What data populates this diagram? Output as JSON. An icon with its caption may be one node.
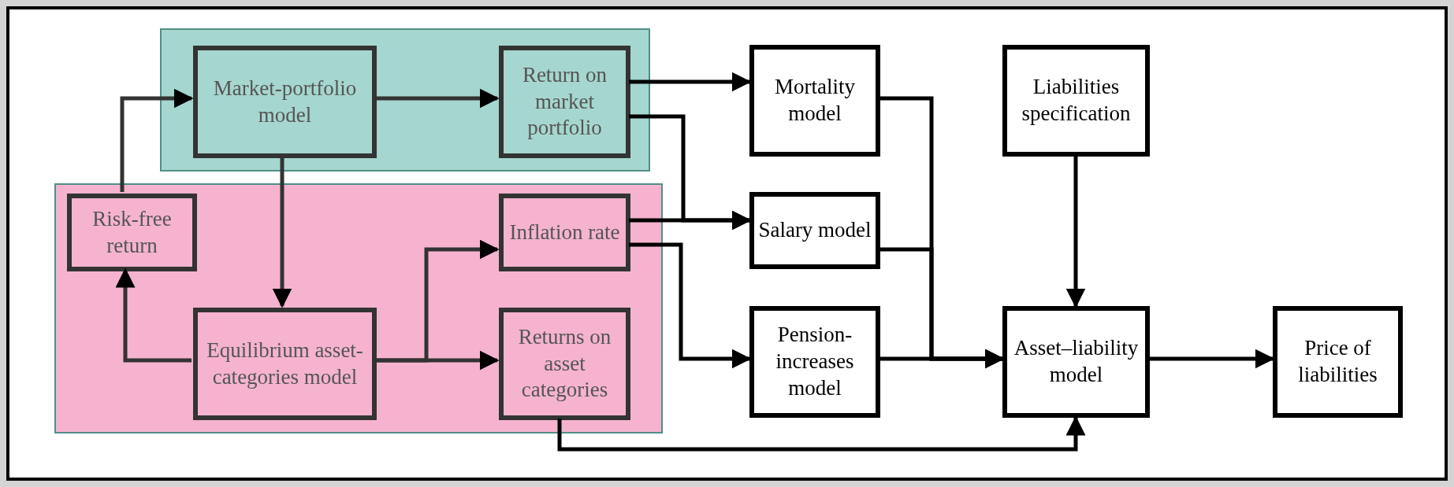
{
  "diagram": {
    "nodes": [
      {
        "text": [],
        "shape": "box"
      },
      {
        "text": [
          "Market-portfolio model"
        ],
        "in": 0
      },
      {
        "text": [
          "Return on market portfolio"
        ],
        "in": 0
      },
      {
        "text": [],
        "shape": "box"
      },
      {
        "text": [
          "Risk-free return"
        ],
        "in": 3
      },
      {
        "text": [
          "Equilibrium asset-categories model"
        ],
        "in": 3
      },
      {
        "text": [
          "Inflation rate"
        ],
        "in": 3
      },
      {
        "text": [
          "Returns on asset categories"
        ],
        "in": 3
      },
      {
        "text": [
          "Mortality model"
        ]
      },
      {
        "text": [
          "Liabilities specification"
        ]
      },
      {
        "text": [
          "Salary model"
        ]
      },
      {
        "text": [
          "Pension-increases model"
        ]
      },
      {
        "text": [
          "Asset–liability model"
        ]
      },
      {
        "text": [
          "Price of liabilities"
        ]
      }
    ],
    "edges": [
      {
        "from": 4,
        "to": 1,
        "arrow": "to"
      },
      {
        "from": 1,
        "to": 2,
        "arrow": "to"
      },
      {
        "from": 1,
        "to": 5,
        "arrow": "to"
      },
      {
        "from": 5,
        "to": 4,
        "arrow": "to"
      },
      {
        "from": 5,
        "to": 6,
        "arrow": "to"
      },
      {
        "from": 5,
        "to": 7,
        "arrow": "to"
      },
      {
        "from": 2,
        "to": 8,
        "arrow": "to"
      },
      {
        "from": 2,
        "to": 10,
        "arrow": "to"
      },
      {
        "from": 6,
        "to": 10,
        "arrow": "to"
      },
      {
        "from": 6,
        "to": 11,
        "arrow": "to"
      },
      {
        "from": 8,
        "to": 12,
        "arrow": "to"
      },
      {
        "from": 10,
        "to": 12,
        "arrow": "to"
      },
      {
        "from": 11,
        "to": 12,
        "arrow": "to"
      },
      {
        "from": 9,
        "to": 12,
        "arrow": "to"
      },
      {
        "from": 7,
        "to": 12,
        "arrow": "to"
      },
      {
        "from": 12,
        "to": 13,
        "arrow": "to"
      }
    ]
  }
}
